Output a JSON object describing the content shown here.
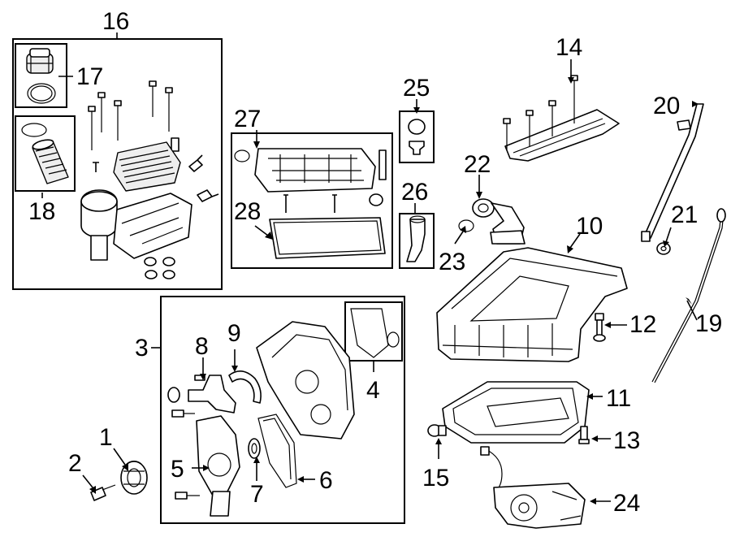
{
  "callouts": [
    {
      "id": "1",
      "text": "1"
    },
    {
      "id": "2",
      "text": "2"
    },
    {
      "id": "3",
      "text": "3"
    },
    {
      "id": "4",
      "text": "4"
    },
    {
      "id": "5",
      "text": "5"
    },
    {
      "id": "6",
      "text": "6"
    },
    {
      "id": "7",
      "text": "7"
    },
    {
      "id": "8",
      "text": "8"
    },
    {
      "id": "9",
      "text": "9"
    },
    {
      "id": "10",
      "text": "10"
    },
    {
      "id": "11",
      "text": "11"
    },
    {
      "id": "12",
      "text": "12"
    },
    {
      "id": "13",
      "text": "13"
    },
    {
      "id": "14",
      "text": "14"
    },
    {
      "id": "15",
      "text": "15"
    },
    {
      "id": "16",
      "text": "16"
    },
    {
      "id": "17",
      "text": "17"
    },
    {
      "id": "18",
      "text": "18"
    },
    {
      "id": "19",
      "text": "19"
    },
    {
      "id": "20",
      "text": "20"
    },
    {
      "id": "21",
      "text": "21"
    },
    {
      "id": "22",
      "text": "22"
    },
    {
      "id": "23",
      "text": "23"
    },
    {
      "id": "24",
      "text": "24"
    },
    {
      "id": "25",
      "text": "25"
    },
    {
      "id": "26",
      "text": "26"
    },
    {
      "id": "27",
      "text": "27"
    },
    {
      "id": "28",
      "text": "28"
    }
  ],
  "colors": {
    "line": "#000000",
    "background": "#ffffff"
  }
}
